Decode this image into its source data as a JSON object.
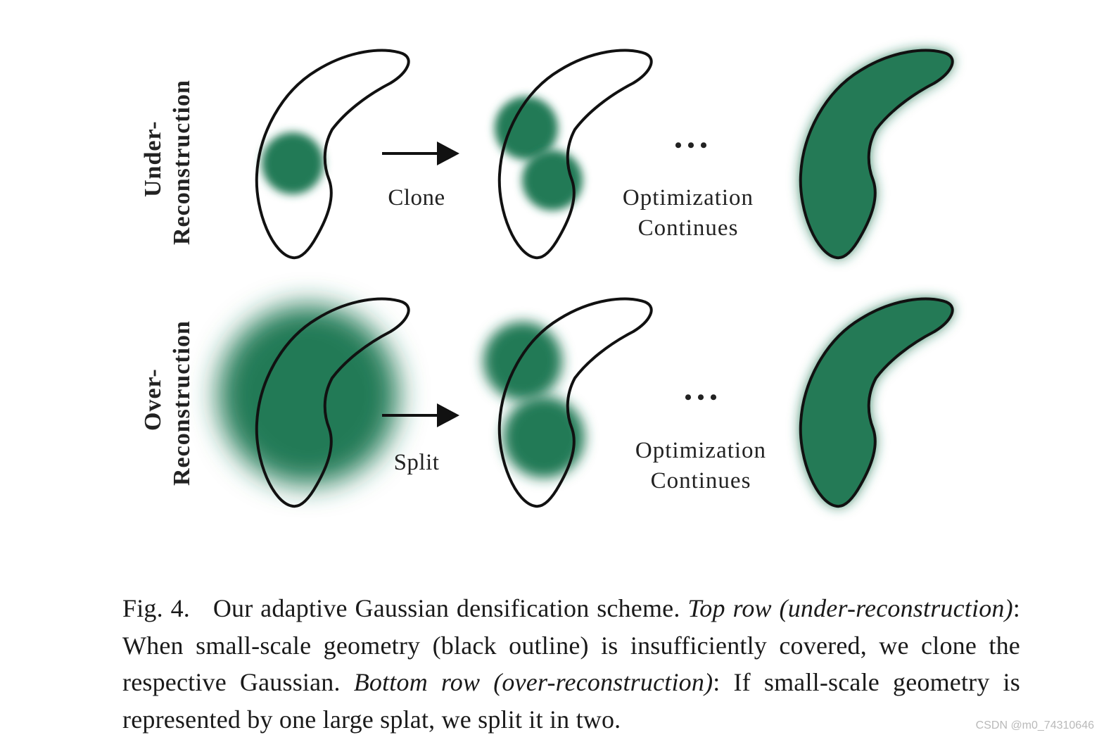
{
  "figure": {
    "rows": [
      {
        "label_line1": "Under-",
        "label_line2": "Reconstruction",
        "operation": "Clone",
        "ellipsis": "• • •",
        "continue_line1": "Optimization",
        "continue_line2": "Continues"
      },
      {
        "label_line1": "Over-",
        "label_line2": "Reconstruction",
        "operation": "Split",
        "ellipsis": "• • •",
        "continue_line1": "Optimization",
        "continue_line2": "Continues"
      }
    ],
    "colors": {
      "gaussian": "#247a56",
      "outline": "#111111",
      "arrow": "#111111"
    }
  },
  "caption": {
    "number": "Fig. 4.",
    "text1": "Our adaptive Gaussian densification scheme.",
    "italic1": "Top row (under-reconstruction)",
    "text2": ": When small-scale geometry (black outline) is insufficiently covered, we clone the respective Gaussian.",
    "italic2": "Bottom row (over-reconstruction)",
    "text3": ": If small-scale geometry is represented by one large splat, we split it in two."
  },
  "watermark": "CSDN @m0_74310646"
}
